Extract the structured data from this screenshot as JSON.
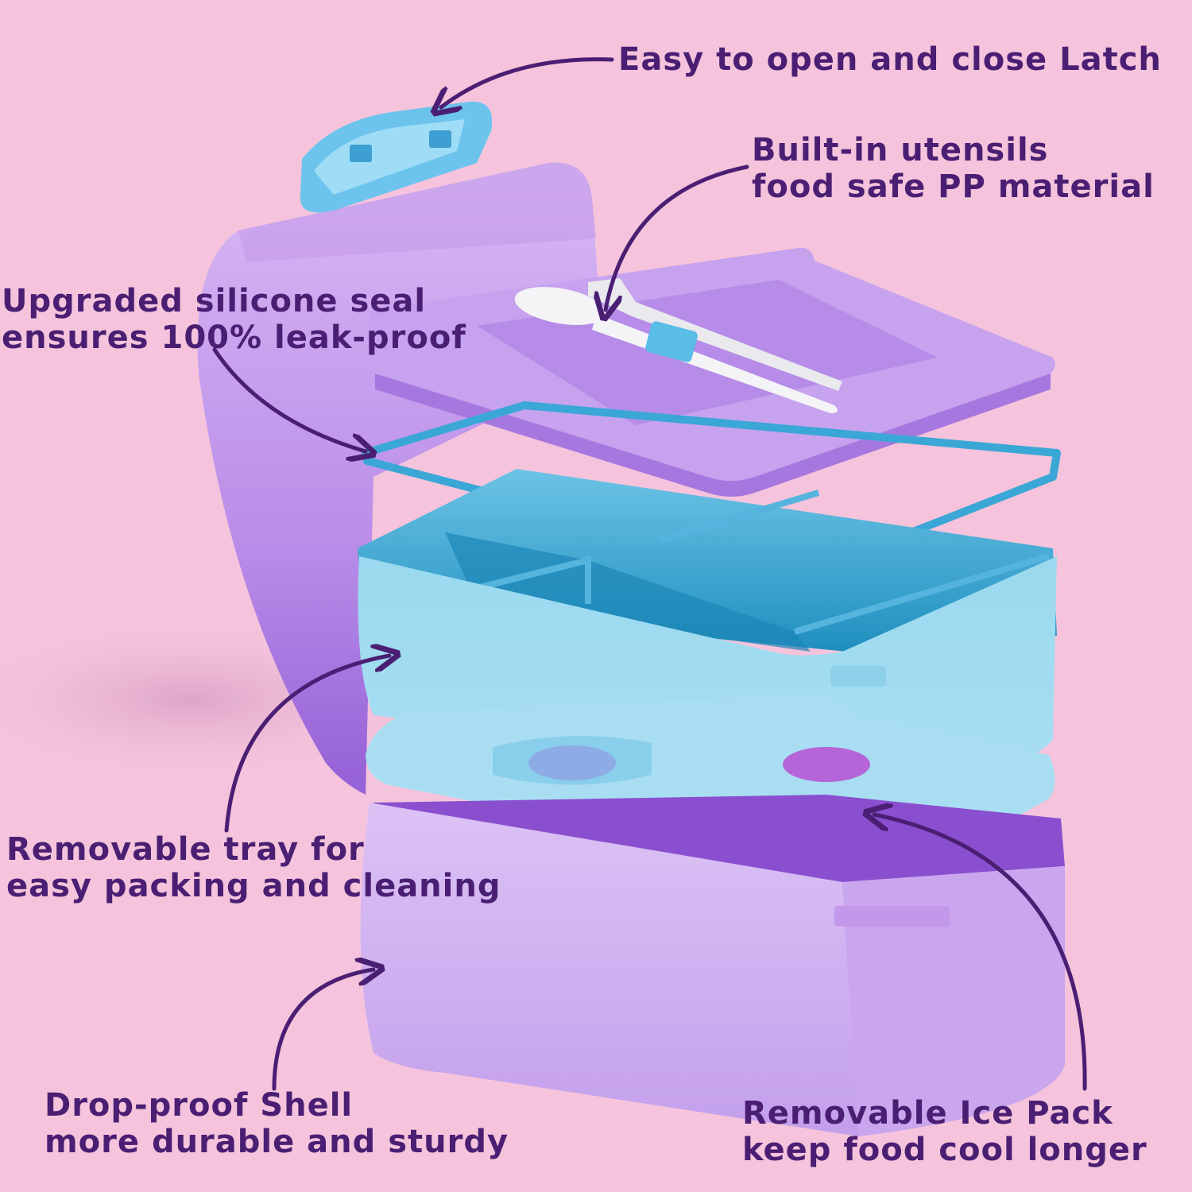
{
  "colors": {
    "background": "#f5c4dc",
    "text": "#4a1f73",
    "purple_shell": "#c9a3ee",
    "purple_dark": "#9a63d6",
    "blue_tray": "#8fd3ec",
    "blue_dark": "#2a9bc6"
  },
  "callouts": {
    "latch": {
      "lines": [
        "Easy to open and close Latch"
      ]
    },
    "utensils": {
      "lines": [
        "Built-in utensils",
        "food safe PP material"
      ]
    },
    "seal": {
      "lines": [
        "Upgraded silicone seal",
        "ensures 100% leak-proof"
      ]
    },
    "tray": {
      "lines": [
        "Removable tray for",
        "easy packing and cleaning"
      ]
    },
    "shell": {
      "lines": [
        "Drop-proof Shell",
        "more durable and sturdy"
      ]
    },
    "ice": {
      "lines": [
        "Removable Ice Pack",
        "keep food cool longer"
      ]
    }
  }
}
